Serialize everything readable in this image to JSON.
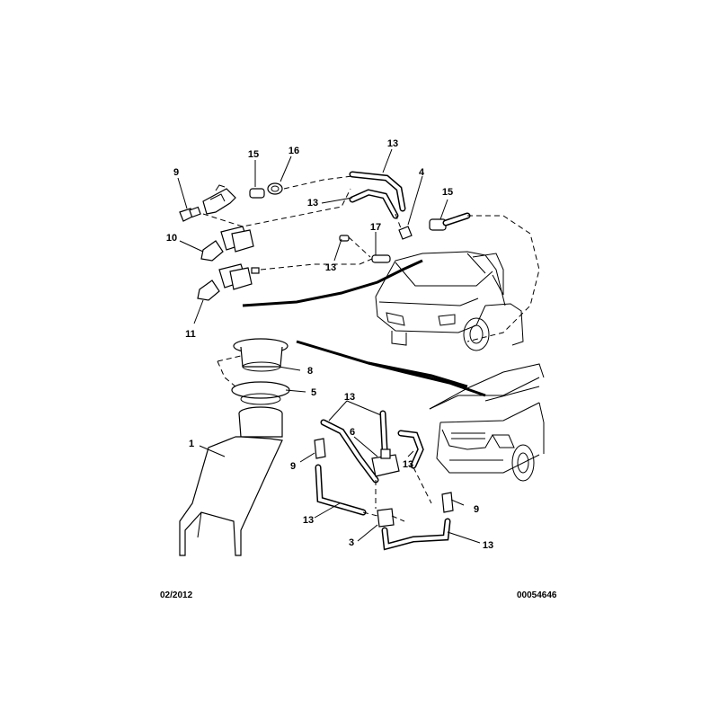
{
  "footer": {
    "date": "02/2012",
    "reference": "00054646"
  },
  "callouts": [
    {
      "id": "c9a",
      "label": "9"
    },
    {
      "id": "c15a",
      "label": "15"
    },
    {
      "id": "c16",
      "label": "16"
    },
    {
      "id": "c13a",
      "label": "13"
    },
    {
      "id": "c13b",
      "label": "13"
    },
    {
      "id": "c4",
      "label": "4"
    },
    {
      "id": "c15b",
      "label": "15"
    },
    {
      "id": "c10",
      "label": "10"
    },
    {
      "id": "c17",
      "label": "17"
    },
    {
      "id": "c13c",
      "label": "13"
    },
    {
      "id": "c11",
      "label": "11"
    },
    {
      "id": "c8",
      "label": "8"
    },
    {
      "id": "c5",
      "label": "5"
    },
    {
      "id": "c13d",
      "label": "13"
    },
    {
      "id": "c1",
      "label": "1"
    },
    {
      "id": "c6",
      "label": "6"
    },
    {
      "id": "c13e",
      "label": "13"
    },
    {
      "id": "c9b",
      "label": "9"
    },
    {
      "id": "c9c",
      "label": "9"
    },
    {
      "id": "c13f",
      "label": "13"
    },
    {
      "id": "c3",
      "label": "3"
    },
    {
      "id": "c13g",
      "label": "13"
    }
  ]
}
